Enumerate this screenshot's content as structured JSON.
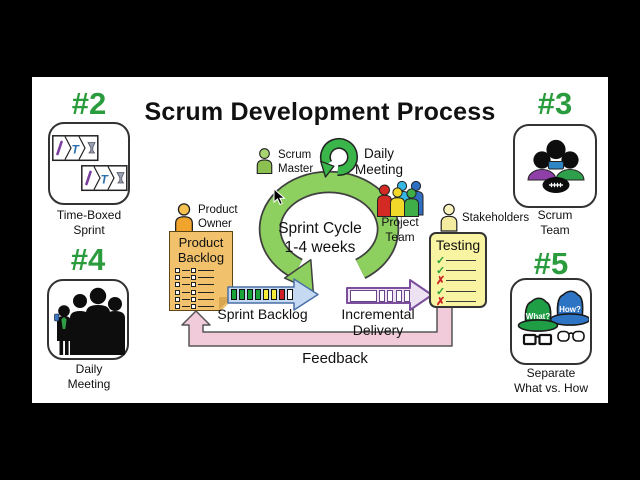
{
  "title": "Scrum Development Process",
  "corner_cards": {
    "time_boxed": {
      "number": "#2",
      "caption_line1": "Time-Boxed",
      "caption_line2": "Sprint"
    },
    "scrum_team": {
      "number": "#3",
      "caption_line1": "Scrum",
      "caption_line2": "Team"
    },
    "daily_meeting": {
      "number": "#4",
      "caption_line1": "Daily",
      "caption_line2": "Meeting"
    },
    "separate": {
      "number": "#5",
      "caption_line1": "Separate",
      "caption_line2": "What vs. How"
    }
  },
  "cycle": {
    "label_line1": "Sprint Cycle",
    "label_line2": "1-4 weeks",
    "daily_meeting_line1": "Daily",
    "daily_meeting_line2": "Meeting"
  },
  "roles": {
    "scrum_master_line1": "Scrum",
    "scrum_master_line2": "Master",
    "product_owner_line1": "Product",
    "product_owner_line2": "Owner",
    "project_team_line1": "Project",
    "project_team_line2": "Team",
    "stakeholders": "Stakeholders"
  },
  "artifacts": {
    "product_backlog_line1": "Product",
    "product_backlog_line2": "Backlog",
    "product_backlog_rows": 6,
    "sprint_backlog_label": "Sprint Backlog",
    "sprint_segment_colors": [
      "#18a438",
      "#18a438",
      "#18a438",
      "#18a438",
      "#f6ed3a",
      "#f6ed3a",
      "#d01f27",
      "#ffffff"
    ],
    "incremental_delivery_label": "Incremental Delivery",
    "incremental_units_small": 4,
    "testing_title": "Testing",
    "testing_rows": [
      "check",
      "check",
      "x",
      "check",
      "x"
    ],
    "feedback_label": "Feedback"
  },
  "hats": {
    "what": "What?",
    "how": "How?"
  },
  "icons": {
    "strip_letter": "T"
  },
  "colors": {
    "accent_green": "#2b9c3e",
    "cycle_green": "#8ed05f",
    "daily_circle_green": "#3ab54a",
    "backlog_tan": "#f1c26b",
    "testing_yellow": "#f8f4a2",
    "feedback_pink": "#f1cbd9",
    "sprint_arrow_blue": "#c5daf2",
    "delivery_purple": "#7b4f9b",
    "check_green": "#2ea33b",
    "x_red": "#cc2026"
  }
}
